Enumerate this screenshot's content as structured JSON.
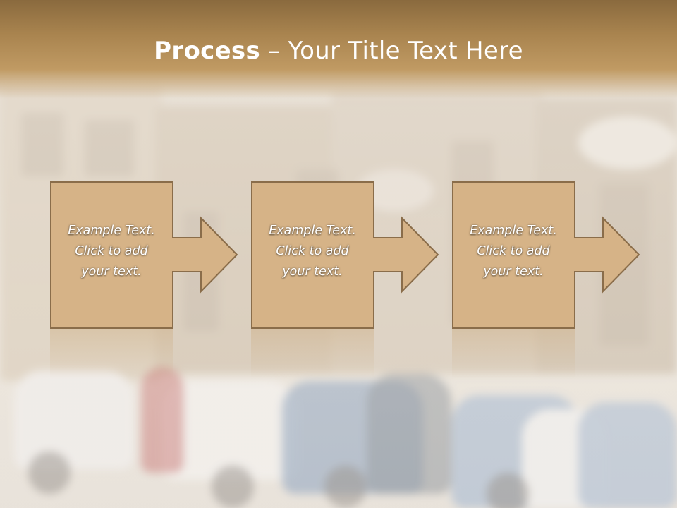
{
  "title": {
    "bold_part": "Process",
    "separator": " – ",
    "rest": "Your Title Text Here"
  },
  "steps": [
    {
      "line1": "Example Text.",
      "line2": "Click  to add",
      "line3": "your text."
    },
    {
      "line1": "Example Text.",
      "line2": "Click  to add",
      "line3": "your text."
    },
    {
      "line1": "Example Text.",
      "line2": "Click  to add",
      "line3": "your text."
    }
  ],
  "colors": {
    "title_bar": "#a9844f",
    "box_fill": "#d6b387",
    "box_stroke": "#8a6d4a",
    "text": "#ffffff"
  },
  "icons": {
    "step_arrow": "right-arrow-icon"
  }
}
